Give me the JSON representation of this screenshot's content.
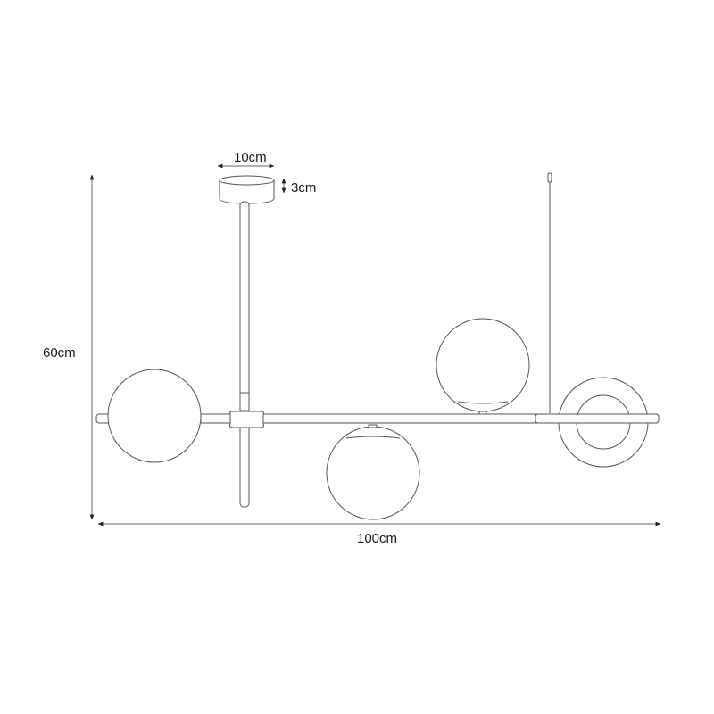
{
  "diagram": {
    "subject": "Pendant lamp with four glass globes",
    "dimensions": {
      "canopy_width": "10cm",
      "canopy_height": "3cm",
      "total_height": "60cm",
      "total_width": "100cm"
    },
    "components": [
      {
        "name": "ceiling-canopy"
      },
      {
        "name": "vertical-rod"
      },
      {
        "name": "suspension-cable"
      },
      {
        "name": "horizontal-bar"
      },
      {
        "name": "central-joint"
      },
      {
        "name": "globe-left"
      },
      {
        "name": "globe-upper-right"
      },
      {
        "name": "globe-lower-center"
      },
      {
        "name": "globe-right-ring"
      }
    ],
    "colors": {
      "line": "#555555",
      "text": "#1a1a1a",
      "background": "#ffffff"
    }
  }
}
